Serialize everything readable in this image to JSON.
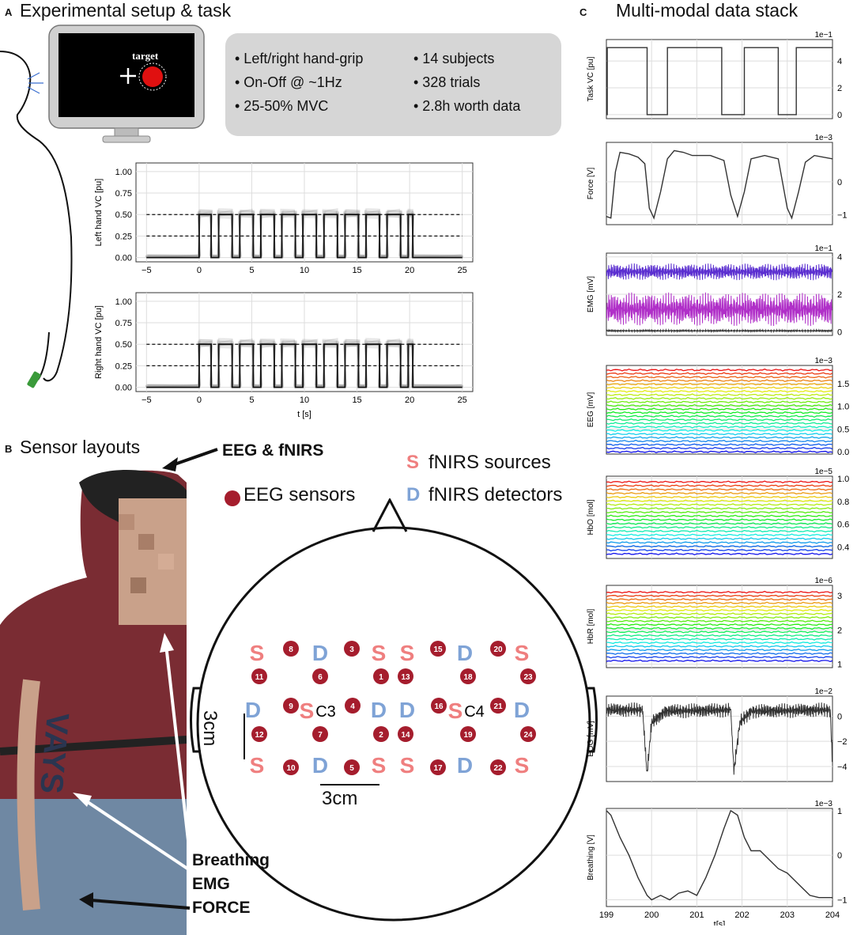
{
  "panelA": {
    "letter": "A",
    "title": "Experimental setup & task",
    "target_label": "target",
    "bullets_left": [
      "• Left/right hand-grip",
      "• On-Off @ ~1Hz",
      "• 25-50% MVC"
    ],
    "bullets_right": [
      "• 14 subjects",
      "• 328 trials",
      "• 2.8h worth data"
    ]
  },
  "panelB": {
    "letter": "B",
    "title": "Sensor layouts",
    "eeg_fnirs_label": "EEG & fNIRS",
    "legend": {
      "eeg": "EEG sensors",
      "sources_symbol": "S",
      "sources": "fNIRS sources",
      "detectors_symbol": "D",
      "detectors": "fNIRS detectors"
    },
    "callouts": [
      "Breathing",
      "EMG",
      "FORCE"
    ],
    "scale_vertical": "3cm",
    "scale_horizontal": "3cm",
    "electrodes": [
      "1",
      "2",
      "3",
      "4",
      "5",
      "6",
      "7",
      "8",
      "9",
      "10",
      "11",
      "12",
      "13",
      "14",
      "15",
      "16",
      "17",
      "18",
      "19",
      "20",
      "21",
      "22",
      "23",
      "24"
    ],
    "c3": "C3",
    "c4": "C4",
    "colors": {
      "eeg": "#a51d2d",
      "source": "#ef7f7f",
      "detector": "#7fa3d6"
    }
  },
  "panelC": {
    "letter": "C",
    "title": "Multi-modal data stack",
    "xlabel": "t[s]",
    "x_ticks": [
      "199",
      "200",
      "201",
      "202",
      "203",
      "204"
    ]
  },
  "chart_data": [
    {
      "type": "line",
      "ylabel": "Left hand VC [pu]",
      "xlabel": "",
      "x_ticks": [
        "−5",
        "0",
        "5",
        "10",
        "15",
        "20",
        "25"
      ],
      "y_ticks": [
        "0.00",
        "0.25",
        "0.50",
        "0.75",
        "1.00"
      ],
      "xlim": [
        -6,
        26
      ],
      "ylim": [
        -0.05,
        1.1
      ],
      "series": [
        {
          "values": [
            [
              -5,
              0
            ],
            [
              0,
              0
            ],
            [
              0,
              0.5
            ],
            [
              1.14,
              0.5
            ],
            [
              1.14,
              0
            ],
            [
              1.86,
              0
            ],
            [
              1.86,
              0.5
            ],
            [
              3.14,
              0.5
            ],
            [
              3.14,
              0
            ],
            [
              3.86,
              0
            ],
            [
              3.86,
              0.5
            ],
            [
              5.14,
              0.5
            ],
            [
              5.14,
              0
            ],
            [
              5.86,
              0
            ],
            [
              5.86,
              0.5
            ],
            [
              7.14,
              0.5
            ],
            [
              7.14,
              0
            ],
            [
              7.86,
              0
            ],
            [
              7.86,
              0.5
            ],
            [
              9.14,
              0.5
            ],
            [
              9.14,
              0
            ],
            [
              9.86,
              0
            ],
            [
              9.86,
              0.5
            ],
            [
              11.14,
              0.5
            ],
            [
              11.14,
              0
            ],
            [
              11.86,
              0
            ],
            [
              11.86,
              0.5
            ],
            [
              13.14,
              0.5
            ],
            [
              13.14,
              0
            ],
            [
              13.86,
              0
            ],
            [
              13.86,
              0.5
            ],
            [
              15.14,
              0.5
            ],
            [
              15.14,
              0
            ],
            [
              15.86,
              0
            ],
            [
              15.86,
              0.5
            ],
            [
              17.14,
              0.5
            ],
            [
              17.14,
              0
            ],
            [
              17.86,
              0
            ],
            [
              17.86,
              0.5
            ],
            [
              19.14,
              0.5
            ],
            [
              19.14,
              0
            ],
            [
              19.86,
              0
            ],
            [
              19.86,
              0.5
            ],
            [
              20.3,
              0.5
            ],
            [
              20.3,
              0
            ],
            [
              25,
              0
            ]
          ]
        }
      ],
      "reference_lines": [
        0.5,
        0.25
      ]
    },
    {
      "type": "line",
      "ylabel": "Right hand VC [pu]",
      "xlabel": "t [s]",
      "x_ticks": [
        "−5",
        "0",
        "5",
        "10",
        "15",
        "20",
        "25"
      ],
      "y_ticks": [
        "0.00",
        "0.25",
        "0.50",
        "0.75",
        "1.00"
      ],
      "xlim": [
        -6,
        26
      ],
      "ylim": [
        -0.05,
        1.1
      ],
      "series": [
        {
          "values": [
            [
              -5,
              0
            ],
            [
              0,
              0
            ],
            [
              0,
              0.5
            ],
            [
              1.14,
              0.5
            ],
            [
              1.14,
              0
            ],
            [
              1.86,
              0
            ],
            [
              1.86,
              0.5
            ],
            [
              3.14,
              0.5
            ],
            [
              3.14,
              0
            ],
            [
              3.86,
              0
            ],
            [
              3.86,
              0.5
            ],
            [
              5.14,
              0.5
            ],
            [
              5.14,
              0
            ],
            [
              5.86,
              0
            ],
            [
              5.86,
              0.5
            ],
            [
              7.14,
              0.5
            ],
            [
              7.14,
              0
            ],
            [
              7.86,
              0
            ],
            [
              7.86,
              0.5
            ],
            [
              9.14,
              0.5
            ],
            [
              9.14,
              0
            ],
            [
              9.86,
              0
            ],
            [
              9.86,
              0.5
            ],
            [
              11.14,
              0.5
            ],
            [
              11.14,
              0
            ],
            [
              11.86,
              0
            ],
            [
              11.86,
              0.5
            ],
            [
              13.14,
              0.5
            ],
            [
              13.14,
              0
            ],
            [
              13.86,
              0
            ],
            [
              13.86,
              0.5
            ],
            [
              15.14,
              0.5
            ],
            [
              15.14,
              0
            ],
            [
              15.86,
              0
            ],
            [
              15.86,
              0.5
            ],
            [
              17.14,
              0.5
            ],
            [
              17.14,
              0
            ],
            [
              17.86,
              0
            ],
            [
              17.86,
              0.5
            ],
            [
              19.14,
              0.5
            ],
            [
              19.14,
              0
            ],
            [
              19.86,
              0
            ],
            [
              19.86,
              0.5
            ],
            [
              20.3,
              0.5
            ],
            [
              20.3,
              0
            ],
            [
              25,
              0
            ]
          ]
        }
      ],
      "reference_lines": [
        0.5,
        0.25
      ]
    },
    {
      "type": "line",
      "ylabel": "Task VC [pu]",
      "scale_label": "1e−1",
      "y_ticks": [
        "0",
        "2",
        "4"
      ],
      "y_tick_values": [
        0,
        2,
        4
      ],
      "ylim": [
        -0.3,
        5.6
      ],
      "xlim": [
        199,
        204
      ],
      "series": [
        {
          "values": [
            [
              199,
              0
            ],
            [
              199.02,
              0
            ],
            [
              199.02,
              5
            ],
            [
              199.9,
              5
            ],
            [
              199.9,
              0
            ],
            [
              200.35,
              0
            ],
            [
              200.35,
              5
            ],
            [
              201.55,
              5
            ],
            [
              201.55,
              0
            ],
            [
              202.05,
              0
            ],
            [
              202.05,
              5
            ],
            [
              202.8,
              5
            ],
            [
              202.8,
              0
            ],
            [
              203.2,
              0
            ],
            [
              203.2,
              5
            ],
            [
              204,
              5
            ]
          ]
        }
      ]
    },
    {
      "type": "line",
      "ylabel": "Force [V]",
      "scale_label": "1e−3",
      "y_ticks": [
        "−1",
        "0"
      ],
      "y_tick_values": [
        -1,
        0
      ],
      "ylim": [
        -1.3,
        1.2
      ],
      "xlim": [
        199,
        204
      ],
      "series": [
        {
          "values": [
            [
              199,
              -1.05
            ],
            [
              199.1,
              -1.1
            ],
            [
              199.2,
              0.3
            ],
            [
              199.3,
              0.9
            ],
            [
              199.5,
              0.85
            ],
            [
              199.7,
              0.75
            ],
            [
              199.85,
              0.55
            ],
            [
              199.95,
              -0.8
            ],
            [
              200.05,
              -1.1
            ],
            [
              200.2,
              -0.3
            ],
            [
              200.35,
              0.7
            ],
            [
              200.5,
              0.95
            ],
            [
              200.7,
              0.9
            ],
            [
              200.9,
              0.8
            ],
            [
              201.3,
              0.8
            ],
            [
              201.6,
              0.65
            ],
            [
              201.75,
              -0.4
            ],
            [
              201.9,
              -1.05
            ],
            [
              202.05,
              -0.3
            ],
            [
              202.2,
              0.7
            ],
            [
              202.5,
              0.8
            ],
            [
              202.8,
              0.7
            ],
            [
              203.0,
              -0.8
            ],
            [
              203.1,
              -1.1
            ],
            [
              203.25,
              -0.3
            ],
            [
              203.4,
              0.6
            ],
            [
              203.6,
              0.8
            ],
            [
              204,
              0.7
            ]
          ]
        }
      ]
    },
    {
      "type": "line",
      "ylabel": "EMG [mV]",
      "scale_label": "1e−1",
      "y_ticks": [
        "0",
        "2",
        "4"
      ],
      "y_tick_values": [
        0,
        2,
        4
      ],
      "ylim": [
        -0.2,
        4.2
      ],
      "xlim": [
        199,
        204
      ],
      "series": [
        {
          "color": "#5b2fd0",
          "values": [
            [
              199,
              3.2
            ],
            [
              204,
              3.2
            ]
          ],
          "noise": 0.45
        },
        {
          "color": "#b030c8",
          "values": [
            [
              199,
              1.2
            ],
            [
              204,
              1.2
            ]
          ],
          "noise": 0.9
        },
        {
          "color": "#333333",
          "values": [
            [
              199,
              0.05
            ],
            [
              204,
              0.05
            ]
          ],
          "noise": 0.05
        }
      ]
    },
    {
      "type": "line",
      "ylabel": "EEG [mV]",
      "scale_label": "1e−3",
      "y_ticks": [
        "0.0",
        "0.5",
        "1.0",
        "1.5"
      ],
      "y_tick_values": [
        0,
        0.5,
        1,
        1.5
      ],
      "ylim": [
        -0.05,
        1.9
      ],
      "xlim": [
        199,
        204
      ],
      "series_count": 24,
      "series_range": [
        0.0,
        1.8
      ]
    },
    {
      "type": "line",
      "ylabel": "HbO [mol]",
      "scale_label": "1e−5",
      "y_ticks": [
        "0.4",
        "0.6",
        "0.8",
        "1.0"
      ],
      "y_tick_values": [
        0.4,
        0.6,
        0.8,
        1.0
      ],
      "ylim": [
        0.3,
        1.02
      ],
      "xlim": [
        199,
        204
      ],
      "series_count": 20,
      "series_range": [
        0.34,
        0.97
      ]
    },
    {
      "type": "line",
      "ylabel": "HbR [mol]",
      "scale_label": "1e−6",
      "y_ticks": [
        "1",
        "2",
        "3"
      ],
      "y_tick_values": [
        1,
        2,
        3
      ],
      "ylim": [
        0.9,
        3.3
      ],
      "xlim": [
        199,
        204
      ],
      "series_count": 20,
      "series_range": [
        1.1,
        3.1
      ]
    },
    {
      "type": "line",
      "ylabel": "EOG [mV]",
      "scale_label": "1e−2",
      "y_ticks": [
        "−4",
        "−2",
        "0"
      ],
      "y_tick_values": [
        -4,
        -2,
        0
      ],
      "ylim": [
        -5.2,
        1.6
      ],
      "xlim": [
        199,
        204
      ],
      "series": [
        {
          "color": "#333333",
          "values": [
            [
              199,
              0.5
            ],
            [
              199.8,
              0.5
            ],
            [
              199.9,
              -4.6
            ],
            [
              200.0,
              -0.5
            ],
            [
              200.3,
              0.4
            ],
            [
              201.75,
              0.5
            ],
            [
              201.82,
              -4.4
            ],
            [
              201.95,
              -0.5
            ],
            [
              202.2,
              0.4
            ],
            [
              203.95,
              0.5
            ],
            [
              204,
              -4.0
            ]
          ],
          "noise": 0.6
        }
      ]
    },
    {
      "type": "line",
      "ylabel": "Breathing [V]",
      "scale_label": "1e−3",
      "xlabel": "t[s]",
      "x_ticks": [
        "199",
        "200",
        "201",
        "202",
        "203",
        "204"
      ],
      "y_ticks": [
        "−1",
        "0",
        "1"
      ],
      "y_tick_values": [
        -1,
        0,
        1
      ],
      "ylim": [
        -1.15,
        1.05
      ],
      "xlim": [
        199,
        204
      ],
      "series": [
        {
          "color": "#333333",
          "values": [
            [
              199,
              1.0
            ],
            [
              199.1,
              0.9
            ],
            [
              199.3,
              0.4
            ],
            [
              199.5,
              0.0
            ],
            [
              199.7,
              -0.5
            ],
            [
              199.9,
              -0.9
            ],
            [
              200.0,
              -1.0
            ],
            [
              200.2,
              -0.9
            ],
            [
              200.4,
              -1.0
            ],
            [
              200.6,
              -0.85
            ],
            [
              200.8,
              -0.8
            ],
            [
              201.0,
              -0.9
            ],
            [
              201.2,
              -0.5
            ],
            [
              201.4,
              0.0
            ],
            [
              201.6,
              0.6
            ],
            [
              201.75,
              1.0
            ],
            [
              201.9,
              0.9
            ],
            [
              202.05,
              0.4
            ],
            [
              202.2,
              0.1
            ],
            [
              202.4,
              0.1
            ],
            [
              202.6,
              -0.1
            ],
            [
              202.8,
              -0.3
            ],
            [
              203.0,
              -0.4
            ],
            [
              203.2,
              -0.6
            ],
            [
              203.5,
              -0.9
            ],
            [
              203.7,
              -0.95
            ],
            [
              204,
              -0.95
            ]
          ]
        }
      ]
    }
  ]
}
